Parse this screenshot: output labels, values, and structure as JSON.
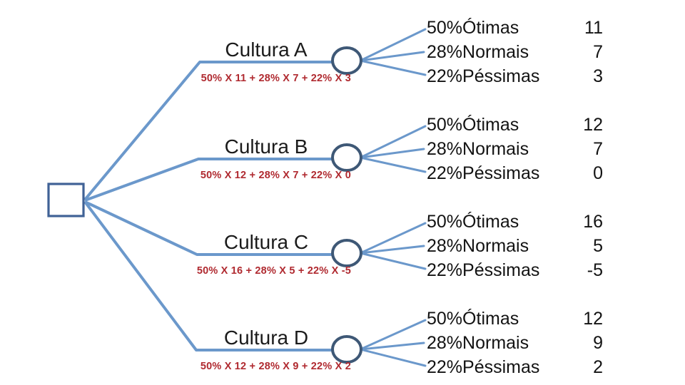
{
  "palette": {
    "branch_line": "#6b98cb",
    "chance_node_stroke": "#3e5876",
    "decision_node_stroke": "#406296",
    "formula_text": "#b02a30",
    "label_text": "#1b1b1b"
  },
  "tree": {
    "root_node": "decision-square",
    "branches": [
      {
        "label": "Cultura A",
        "formula": "50% X 11 + 28% X 7 + 22% X 3",
        "outcomes": [
          {
            "prob": "50%",
            "name": "Ótimas",
            "value": "11"
          },
          {
            "prob": "28%",
            "name": "Normais",
            "value": "7"
          },
          {
            "prob": "22%",
            "name": "Péssimas",
            "value": "3"
          }
        ]
      },
      {
        "label": "Cultura B",
        "formula": "50% X 12 + 28% X 7 + 22% X 0",
        "outcomes": [
          {
            "prob": "50%",
            "name": "Ótimas",
            "value": "12"
          },
          {
            "prob": "28%",
            "name": "Normais",
            "value": "7"
          },
          {
            "prob": "22%",
            "name": "Péssimas",
            "value": "0"
          }
        ]
      },
      {
        "label": "Cultura C",
        "formula": "50% X 16 + 28% X 5 + 22% X -5",
        "outcomes": [
          {
            "prob": "50%",
            "name": "Ótimas",
            "value": "16"
          },
          {
            "prob": "28%",
            "name": "Normais",
            "value": "5"
          },
          {
            "prob": "22%",
            "name": "Péssimas",
            "value": "-5"
          }
        ]
      },
      {
        "label": "Cultura D",
        "formula": "50% X 12 + 28% X 9 + 22% X 2",
        "outcomes": [
          {
            "prob": "50%",
            "name": "Ótimas",
            "value": "12"
          },
          {
            "prob": "28%",
            "name": "Normais",
            "value": "9"
          },
          {
            "prob": "22%",
            "name": "Péssimas",
            "value": "2"
          }
        ]
      }
    ]
  }
}
